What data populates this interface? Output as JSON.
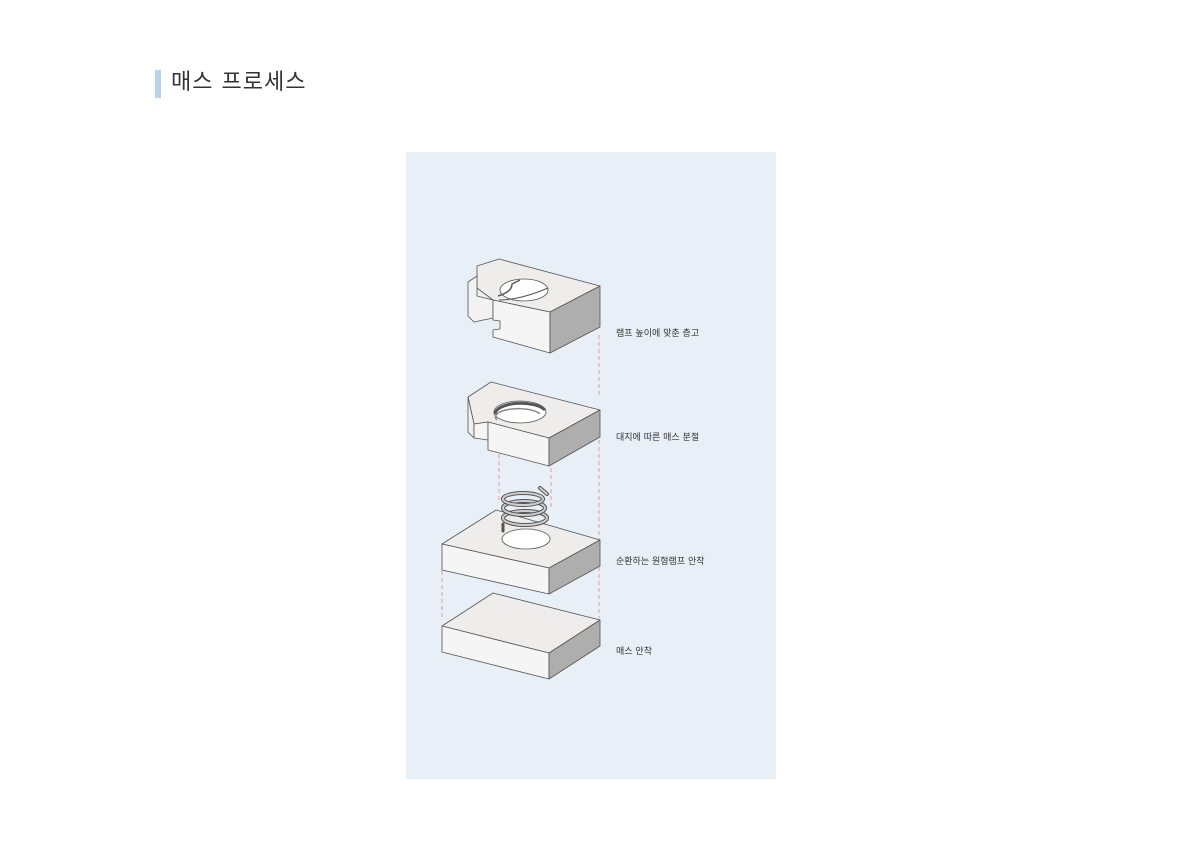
{
  "page": {
    "title": "매스 프로세스"
  },
  "diagram": {
    "steps": [
      {
        "label": "램프 높이에 맞춘 층고"
      },
      {
        "label": "대지에 따른 매스 분절"
      },
      {
        "label": "순환하는 원형램프 안착"
      },
      {
        "label": "매스 안착"
      }
    ]
  },
  "colors": {
    "accent_bar": "#b9d4ea",
    "panel_background": "#e8eff7",
    "guide_line": "#e0a0a0",
    "block_top": "#eeedec",
    "block_front": "#f5f5f5",
    "block_side": "#aeaeae"
  }
}
